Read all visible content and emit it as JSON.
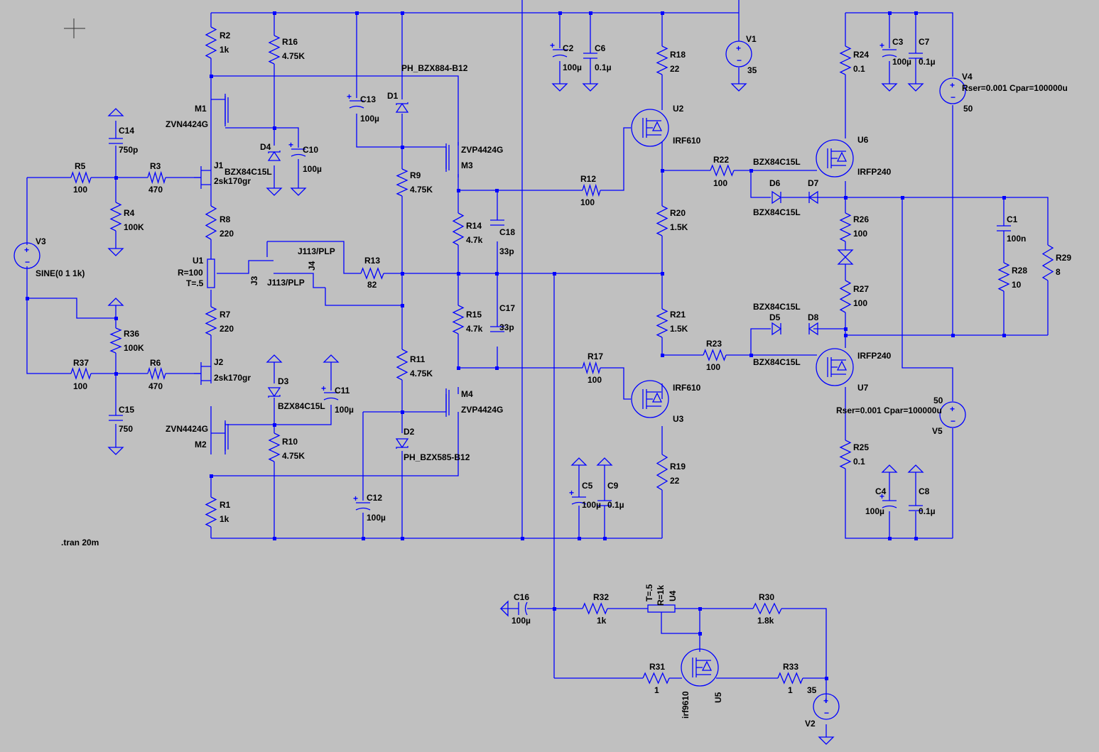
{
  "canvas": {
    "background": "#c0c0c0",
    "wire_color": "#0000ff",
    "text_color": "#000000"
  },
  "directive": ".tran 20m",
  "components": [
    {
      "ref": "R2",
      "value": "1k"
    },
    {
      "ref": "R16",
      "value": "4.75K"
    },
    {
      "ref": "M1",
      "value": "ZVN4424G"
    },
    {
      "ref": "D4",
      "value": "BZX84C15L"
    },
    {
      "ref": "C10",
      "value": "100µ"
    },
    {
      "ref": "C13",
      "value": "100µ"
    },
    {
      "ref": "D1",
      "value": "PH_BZX884-B12"
    },
    {
      "ref": "M3",
      "value": "ZVP4424G"
    },
    {
      "ref": "R9",
      "value": "4.75K"
    },
    {
      "ref": "C2",
      "value": "100µ"
    },
    {
      "ref": "C6",
      "value": "0.1µ"
    },
    {
      "ref": "R18",
      "value": "22"
    },
    {
      "ref": "V1",
      "value": "35"
    },
    {
      "ref": "U2",
      "value": "IRF610"
    },
    {
      "ref": "R24",
      "value": "0.1"
    },
    {
      "ref": "C3",
      "value": "100µ"
    },
    {
      "ref": "C7",
      "value": "0.1µ"
    },
    {
      "ref": "V4",
      "value": "50",
      "extra": "Rser=0.001 Cpar=100000u"
    },
    {
      "ref": "U6",
      "value": "IRFP240"
    },
    {
      "ref": "C14",
      "value": "750p"
    },
    {
      "ref": "R5",
      "value": "100"
    },
    {
      "ref": "R3",
      "value": "470"
    },
    {
      "ref": "J1",
      "value": "2sk170gr"
    },
    {
      "ref": "R4",
      "value": "100K"
    },
    {
      "ref": "V3",
      "value": "SINE(0 1 1k)"
    },
    {
      "ref": "R8",
      "value": "220"
    },
    {
      "ref": "U1",
      "value": "R=100",
      "extra": "T=.5"
    },
    {
      "ref": "J3",
      "value": "J113/PLP"
    },
    {
      "ref": "J4",
      "value": "J113/PLP"
    },
    {
      "ref": "R13",
      "value": "82"
    },
    {
      "ref": "R14",
      "value": "4.7k"
    },
    {
      "ref": "C18",
      "value": "33p"
    },
    {
      "ref": "R12",
      "value": "100"
    },
    {
      "ref": "R20",
      "value": "1.5K"
    },
    {
      "ref": "R22",
      "value": "100"
    },
    {
      "ref": "D6",
      "value": "BZX84C15L"
    },
    {
      "ref": "D7",
      "value": "BZX84C15L"
    },
    {
      "ref": "R26",
      "value": "100"
    },
    {
      "ref": "C1",
      "value": "100n"
    },
    {
      "ref": "R28",
      "value": "10"
    },
    {
      "ref": "R29",
      "value": "8"
    },
    {
      "ref": "R7",
      "value": "220"
    },
    {
      "ref": "R36",
      "value": "100K"
    },
    {
      "ref": "R37",
      "value": "100"
    },
    {
      "ref": "R6",
      "value": "470"
    },
    {
      "ref": "J2",
      "value": "2sk170gr"
    },
    {
      "ref": "C15",
      "value": "750"
    },
    {
      "ref": "D3",
      "value": "BZX84C15L"
    },
    {
      "ref": "C11",
      "value": "100µ"
    },
    {
      "ref": "M2",
      "value": "ZVN4424G"
    },
    {
      "ref": "R10",
      "value": "4.75K"
    },
    {
      "ref": "R15",
      "value": "4.7k"
    },
    {
      "ref": "C17",
      "value": "33p"
    },
    {
      "ref": "R11",
      "value": "4.75K"
    },
    {
      "ref": "M4",
      "value": "ZVP4424G"
    },
    {
      "ref": "D2",
      "value": "PH_BZX585-B12"
    },
    {
      "ref": "R17",
      "value": "100"
    },
    {
      "ref": "U3",
      "value": "IRF610"
    },
    {
      "ref": "R21",
      "value": "1.5K"
    },
    {
      "ref": "R23",
      "value": "100"
    },
    {
      "ref": "D5",
      "value": "BZX84C15L"
    },
    {
      "ref": "D8",
      "value": "BZX84C15L"
    },
    {
      "ref": "R27",
      "value": "100"
    },
    {
      "ref": "U7",
      "value": "IRFP240"
    },
    {
      "ref": "V5",
      "value": "50",
      "extra": "Rser=0.001 Cpar=100000u"
    },
    {
      "ref": "R25",
      "value": "0.1"
    },
    {
      "ref": "C4",
      "value": "100µ"
    },
    {
      "ref": "C8",
      "value": "0.1µ"
    },
    {
      "ref": "R1",
      "value": "1k"
    },
    {
      "ref": "C12",
      "value": "100µ"
    },
    {
      "ref": "R19",
      "value": "22"
    },
    {
      "ref": "C5",
      "value": "100µ"
    },
    {
      "ref": "C9",
      "value": "0.1µ"
    },
    {
      "ref": "C16",
      "value": "100µ"
    },
    {
      "ref": "R32",
      "value": "1k"
    },
    {
      "ref": "U4",
      "value": "R=1k",
      "extra": "T=.5"
    },
    {
      "ref": "R30",
      "value": "1.8k"
    },
    {
      "ref": "R31",
      "value": "1"
    },
    {
      "ref": "U5",
      "value": "irf9610"
    },
    {
      "ref": "R33",
      "value": "1"
    },
    {
      "ref": "V2",
      "value": "35"
    }
  ],
  "labels": {
    "R2": "R2",
    "R2v": "1k",
    "R16": "R16",
    "R16v": "4.75K",
    "M1": "M1",
    "M1v": "ZVN4424G",
    "D4": "D4",
    "D4v": "BZX84C15L",
    "C10": "C10",
    "C10v": "100µ",
    "C13": "C13",
    "C13v": "100µ",
    "D1": "D1",
    "D1v": "PH_BZX884-B12",
    "M3": "M3",
    "M3v": "ZVP4424G",
    "R9": "R9",
    "R9v": "4.75K",
    "C2": "C2",
    "C2v": "100µ",
    "C6": "C6",
    "C6v": "0.1µ",
    "R18": "R18",
    "R18v": "22",
    "V1": "V1",
    "V1v": "35",
    "U2": "U2",
    "U2v": "IRF610",
    "R24": "R24",
    "R24v": "0.1",
    "C3": "C3",
    "C3v": "100µ",
    "C7": "C7",
    "C7v": "0.1µ",
    "V4": "V4",
    "V4x": "Rser=0.001 Cpar=100000u",
    "V4v": "50",
    "U6": "U6",
    "U6v": "IRFP240",
    "C14": "C14",
    "C14v": "750p",
    "R5": "R5",
    "R5v": "100",
    "R3": "R3",
    "R3v": "470",
    "J1": "J1",
    "J1v": "2sk170gr",
    "R4": "R4",
    "R4v": "100K",
    "V3": "V3",
    "V3v": "SINE(0 1 1k)",
    "R8": "R8",
    "R8v": "220",
    "U1": "U1",
    "U1v": "R=100",
    "U1x": "T=.5",
    "J3": "J3",
    "J3v": "J113/PLP",
    "J4": "J4",
    "J4v": "J113/PLP",
    "R13": "R13",
    "R13v": "82",
    "R14": "R14",
    "R14v": "4.7k",
    "C18": "C18",
    "C18v": "33p",
    "R12": "R12",
    "R12v": "100",
    "R20": "R20",
    "R20v": "1.5K",
    "R22": "R22",
    "R22v": "100",
    "D6": "D6",
    "D6v": "BZX84C15L",
    "D7": "D7",
    "D7v": "BZX84C15L",
    "R26": "R26",
    "R26v": "100",
    "C1": "C1",
    "C1v": "100n",
    "R28": "R28",
    "R28v": "10",
    "R29": "R29",
    "R29v": "8",
    "R7": "R7",
    "R7v": "220",
    "R36": "R36",
    "R36v": "100K",
    "R37": "R37",
    "R37v": "100",
    "R6": "R6",
    "R6v": "470",
    "J2": "J2",
    "J2v": "2sk170gr",
    "C15": "C15",
    "C15v": "750",
    "D3": "D3",
    "D3v": "BZX84C15L",
    "C11": "C11",
    "C11v": "100µ",
    "M2": "M2",
    "M2v": "ZVN4424G",
    "R10": "R10",
    "R10v": "4.75K",
    "R15": "R15",
    "R15v": "4.7k",
    "C17": "C17",
    "C17v": "33p",
    "R11": "R11",
    "R11v": "4.75K",
    "M4": "M4",
    "M4v": "ZVP4424G",
    "D2": "D2",
    "D2v": "PH_BZX585-B12",
    "R17": "R17",
    "R17v": "100",
    "U3": "U3",
    "U3v": "IRF610",
    "R21": "R21",
    "R21v": "1.5K",
    "R23": "R23",
    "R23v": "100",
    "D5": "D5",
    "D5v": "BZX84C15L",
    "D8": "D8",
    "D8v": "BZX84C15L",
    "R27": "R27",
    "R27v": "100",
    "U7": "U7",
    "U7v": "IRFP240",
    "V5": "V5",
    "V5x": "Rser=0.001 Cpar=100000u",
    "V5v": "50",
    "R25": "R25",
    "R25v": "0.1",
    "C4": "C4",
    "C4v": "100µ",
    "C8": "C8",
    "C8v": "0.1µ",
    "R1": "R1",
    "R1v": "1k",
    "C12": "C12",
    "C12v": "100µ",
    "R19": "R19",
    "R19v": "22",
    "C5": "C5",
    "C5v": "100µ",
    "C9": "C9",
    "C9v": "0.1µ",
    "C16": "C16",
    "C16v": "100µ",
    "R32": "R32",
    "R32v": "1k",
    "U4": "U4",
    "U4v": "R=1k",
    "U4x": "T=.5",
    "R30": "R30",
    "R30v": "1.8k",
    "R31": "R31",
    "R31v": "1",
    "U5": "U5",
    "U5v": "irf9610",
    "R33": "R33",
    "R33v": "1",
    "V2": "V2",
    "V2v": "35"
  }
}
